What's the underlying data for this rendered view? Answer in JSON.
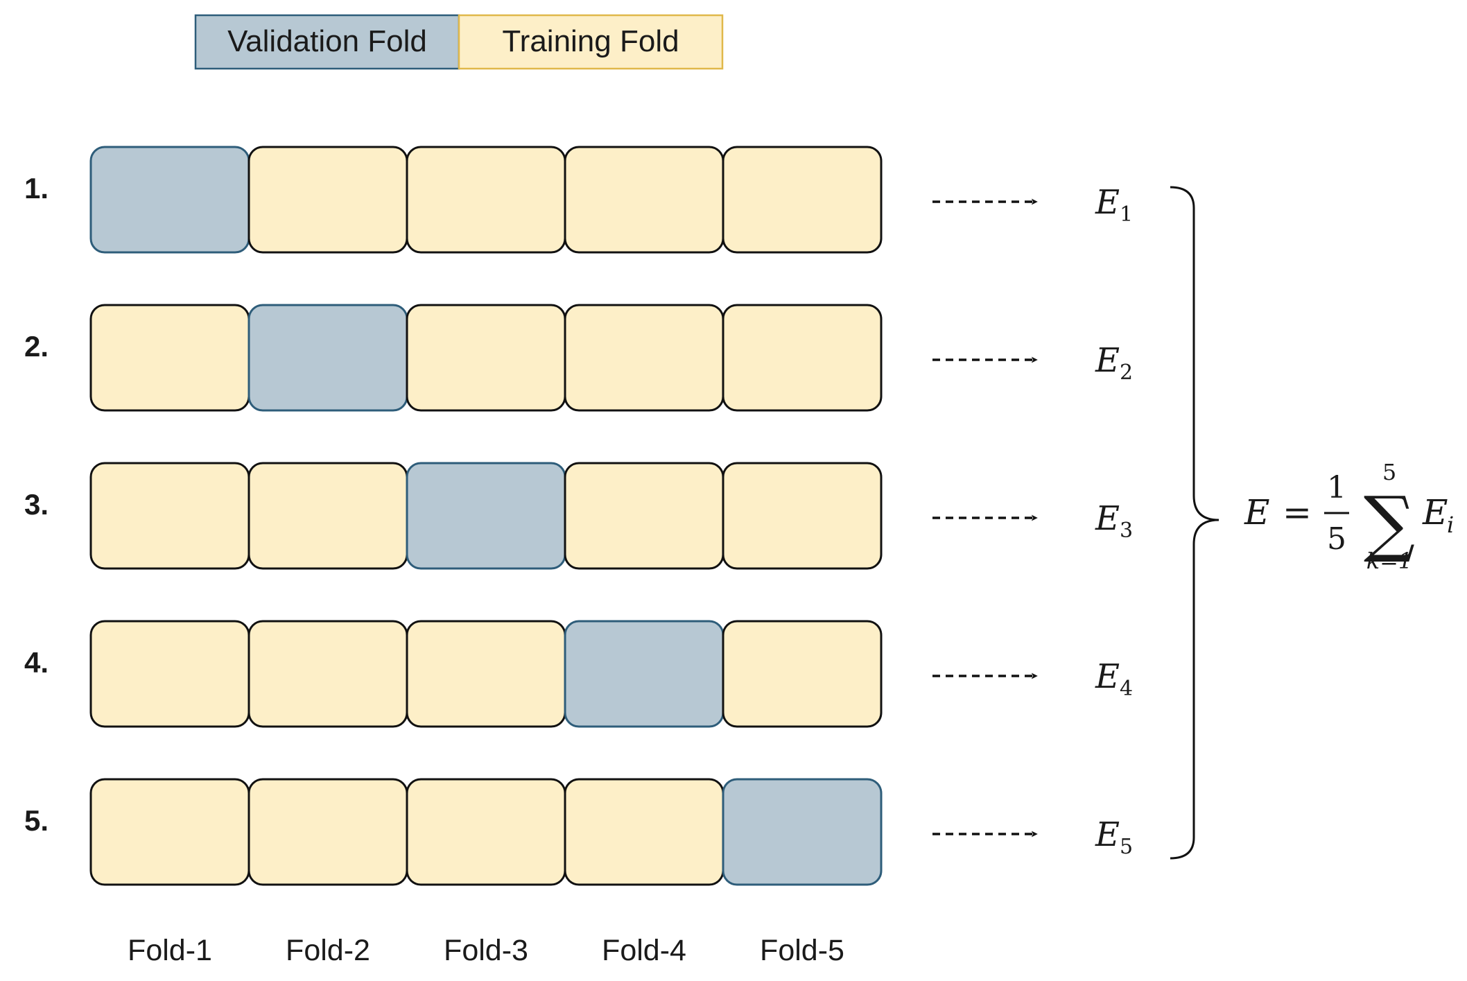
{
  "legend": {
    "validation_label": "Validation Fold",
    "training_label": "Training Fold"
  },
  "colors": {
    "validation_fill": "#b7c8d3",
    "validation_stroke": "#2e5d7a",
    "training_fill": "#fdefc8",
    "training_stroke": "#111111",
    "legend_training_stroke": "#e0b84a"
  },
  "rows": [
    {
      "label": "1.",
      "validation_fold_index": 0,
      "error": {
        "base": "E",
        "sub": "1"
      }
    },
    {
      "label": "2.",
      "validation_fold_index": 1,
      "error": {
        "base": "E",
        "sub": "2"
      }
    },
    {
      "label": "3.",
      "validation_fold_index": 2,
      "error": {
        "base": "E",
        "sub": "3"
      }
    },
    {
      "label": "4.",
      "validation_fold_index": 3,
      "error": {
        "base": "E",
        "sub": "4"
      }
    },
    {
      "label": "5.",
      "validation_fold_index": 4,
      "error": {
        "base": "E",
        "sub": "5"
      }
    }
  ],
  "folds": [
    "Fold-1",
    "Fold-2",
    "Fold-3",
    "Fold-4",
    "Fold-5"
  ],
  "formula": {
    "lhs": "E",
    "equals": "=",
    "frac_num": "1",
    "frac_den": "5",
    "sum_symbol": "∑",
    "sum_upper": "5",
    "sum_lower": "k=1",
    "term_base": "E",
    "term_sub": "i"
  }
}
